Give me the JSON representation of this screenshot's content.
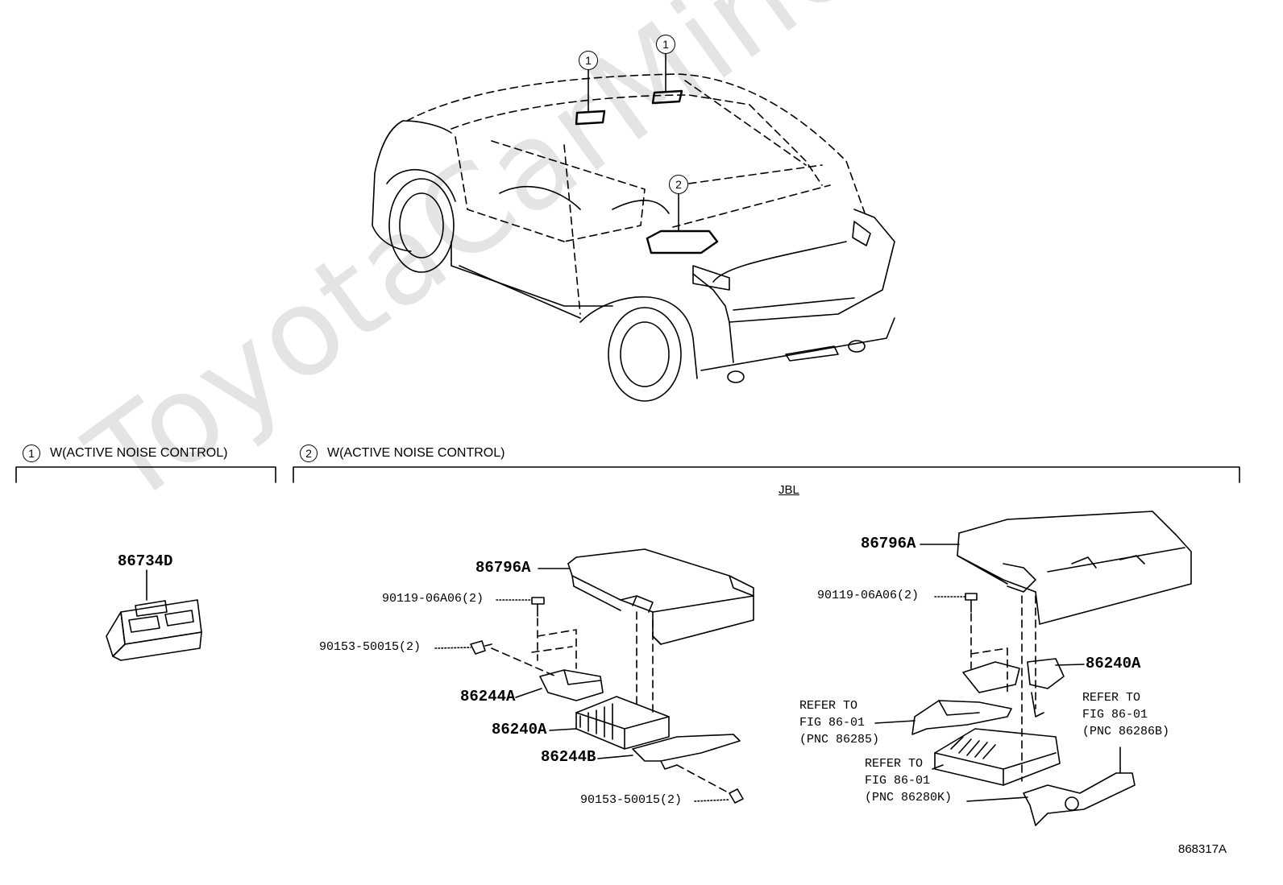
{
  "watermark": "ToyotaCarMine.ru",
  "sections": [
    {
      "num": "1",
      "title": "W(ACTIVE NOISE CONTROL)"
    },
    {
      "num": "2",
      "title": "W(ACTIVE NOISE CONTROL)"
    }
  ],
  "callouts": [
    "1",
    "1",
    "2"
  ],
  "subgroup": "JBL",
  "parts_left": {
    "p1": "86734D"
  },
  "parts_mid": {
    "cover": "86796A",
    "bolt1": "90119-06A06(2)",
    "screw1": "90153-50015(2)",
    "bracket_a": "86244A",
    "amp": "86240A",
    "bracket_b": "86244B",
    "screw2": "90153-50015(2)"
  },
  "parts_right": {
    "cover": "86796A",
    "bolt1": "90119-06A06(2)",
    "amp": "86240A",
    "ref1": [
      "REFER TO",
      "FIG 86-01",
      "(PNC 86285)"
    ],
    "ref2": [
      "REFER TO",
      "FIG 86-01",
      "(PNC 86280K)"
    ],
    "ref3": [
      "REFER TO",
      "FIG 86-01",
      "(PNC 86286B)"
    ]
  },
  "figure_id": "868317A"
}
